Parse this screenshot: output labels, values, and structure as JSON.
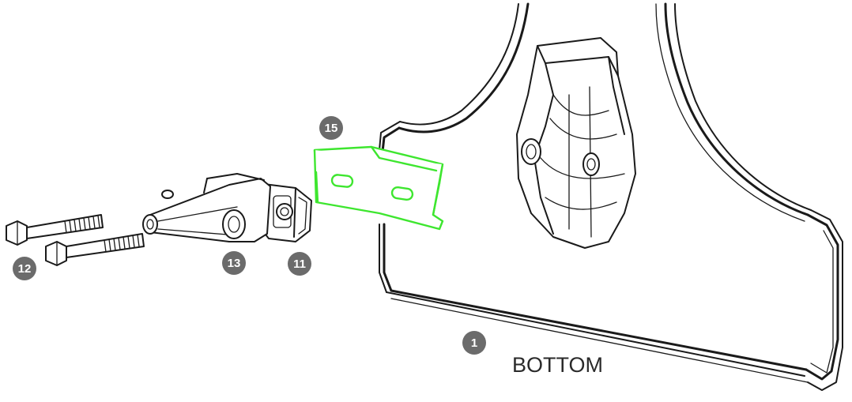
{
  "diagram": {
    "label_bottom": "BOTTOM",
    "highlight_color": "#3ee62f",
    "callout_color": "#6b6b6b",
    "callouts": [
      {
        "id": "c15",
        "text": "15"
      },
      {
        "id": "c12",
        "text": "12"
      },
      {
        "id": "c13",
        "text": "13"
      },
      {
        "id": "c11",
        "text": "11"
      },
      {
        "id": "c1",
        "text": "1"
      }
    ]
  }
}
